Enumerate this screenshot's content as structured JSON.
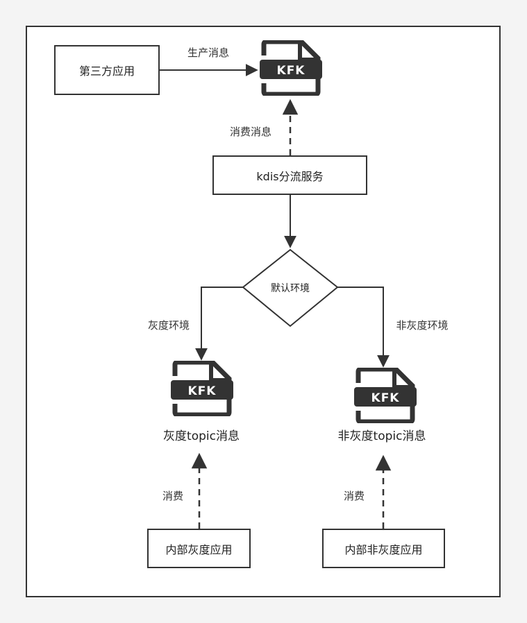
{
  "nodes": {
    "third_party_app": "第三方应用",
    "kdis_service": "kdis分流服务",
    "default_env": "默认环境",
    "internal_gray_app": "内部灰度应用",
    "internal_nongray_app": "内部非灰度应用"
  },
  "kafka_icons": {
    "top": "KFK",
    "gray": "KFK",
    "nongray": "KFK"
  },
  "topic_labels": {
    "gray": "灰度topic消息",
    "nongray": "非灰度topic消息"
  },
  "edge_labels": {
    "produce": "生产消息",
    "consume_top": "消费消息",
    "gray_env": "灰度环境",
    "nongray_env": "非灰度环境",
    "consume_gray": "消费",
    "consume_nongray": "消费"
  }
}
